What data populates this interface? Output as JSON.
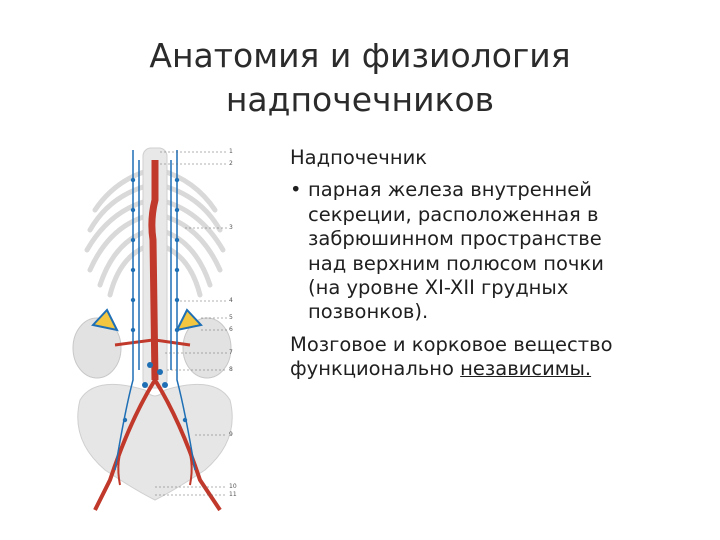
{
  "slide": {
    "title_line1": "Анатомия и физиология",
    "title_line2": "надпочечников"
  },
  "figure": {
    "labels": [
      "1",
      "2",
      "3",
      "4",
      "5",
      "6",
      "7",
      "8",
      "9",
      "10",
      "11"
    ]
  },
  "content": {
    "heading": "Надпочечник",
    "bullet_symbol": "•",
    "bullet_lines": [
      "парная железа внутренней",
      "секреции, расположенная в",
      "забрюшинном пространстве",
      "над верхним полюсом почки",
      "(на уровне XI-XII грудных",
      "позвонков)."
    ],
    "paragraph_line1": "Мозговое и корковое вещество",
    "paragraph_line2_start": "функционально ",
    "paragraph_line2_underlined": "независимы."
  },
  "colors": {
    "artery": "#c0392b",
    "lymph": "#1f6fb5",
    "bone": "#e4e4e4",
    "gland": "#f2c641"
  }
}
